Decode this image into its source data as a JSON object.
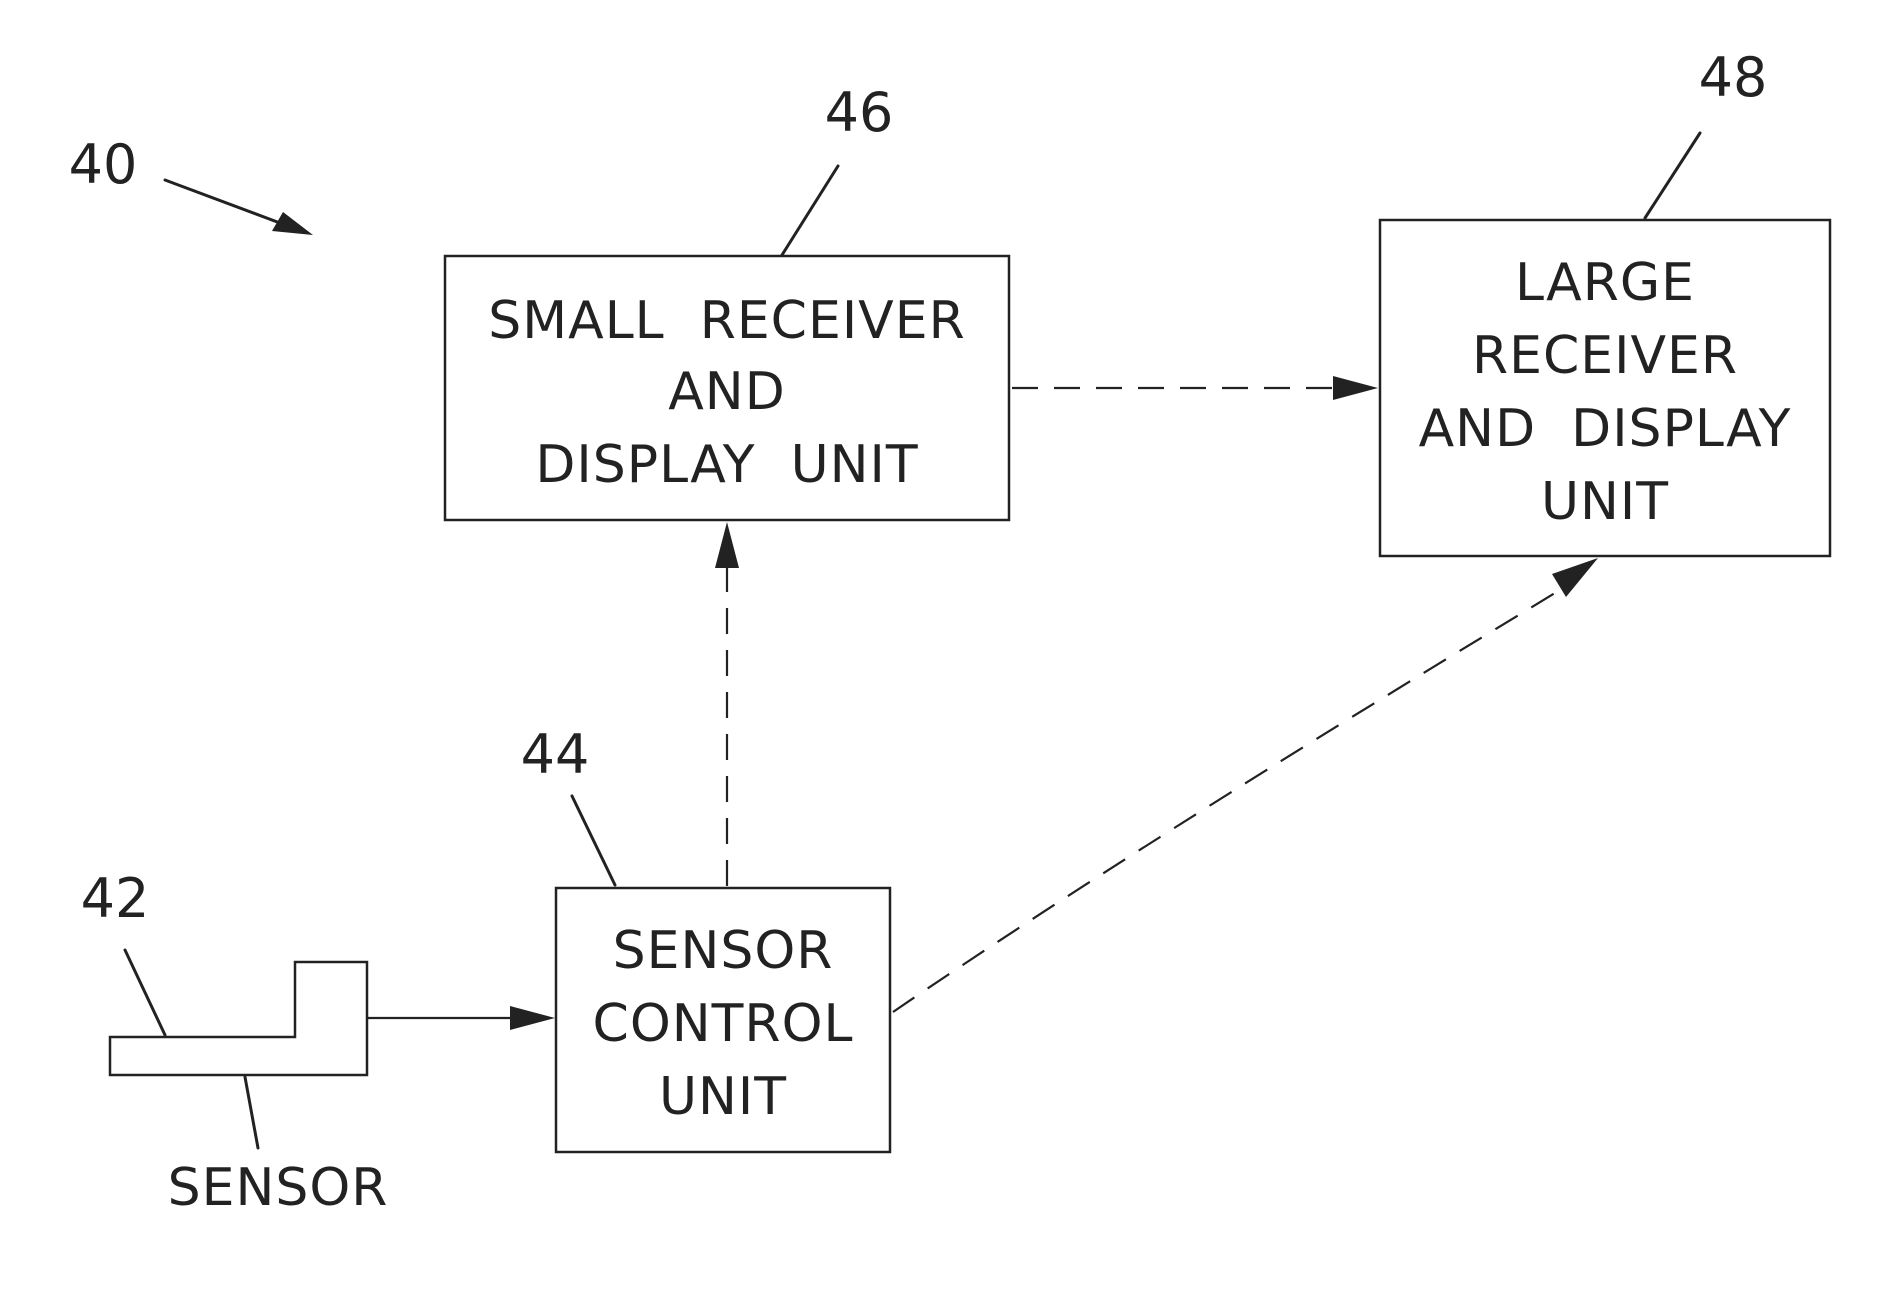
{
  "figure_ref": "40",
  "sensor": {
    "ref": "42",
    "label": "SENSOR"
  },
  "sensor_control_unit": {
    "ref": "44",
    "lines": [
      "SENSOR",
      "CONTROL",
      "UNIT"
    ]
  },
  "small_receiver": {
    "ref": "46",
    "lines": [
      "SMALL  RECEIVER",
      "AND",
      "DISPLAY  UNIT"
    ]
  },
  "large_receiver": {
    "ref": "48",
    "lines": [
      "LARGE",
      "RECEIVER",
      "AND  DISPLAY",
      "UNIT"
    ]
  },
  "connections": [
    {
      "from": "sensor",
      "to": "sensor_control_unit",
      "style": "solid"
    },
    {
      "from": "sensor_control_unit",
      "to": "small_receiver",
      "style": "dashed"
    },
    {
      "from": "sensor_control_unit",
      "to": "large_receiver",
      "style": "dashed"
    },
    {
      "from": "small_receiver",
      "to": "large_receiver",
      "style": "dashed"
    }
  ],
  "colors": {
    "ink": "#222222",
    "background": "#ffffff"
  }
}
